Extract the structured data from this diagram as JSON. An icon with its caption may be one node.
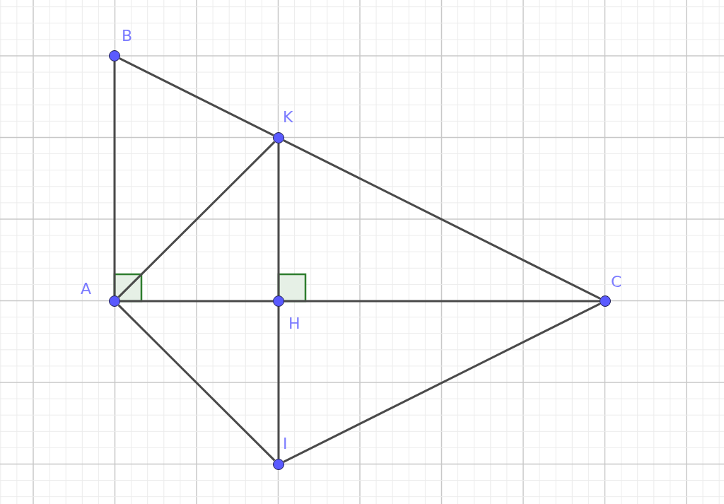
{
  "diagram": {
    "nodes": [
      {
        "text": [],
        "shape": "circle",
        "beside": [
          "B"
        ]
      },
      {
        "text": [],
        "shape": "circle",
        "beside": [
          "K"
        ]
      },
      {
        "text": [],
        "shape": "circle",
        "beside": [
          "A"
        ]
      },
      {
        "text": [],
        "shape": "circle",
        "beside": [
          "H"
        ]
      },
      {
        "text": [],
        "shape": "circle",
        "beside": [
          "C"
        ]
      },
      {
        "text": [],
        "shape": "circle",
        "beside": [
          "I"
        ]
      }
    ],
    "edges": [
      {
        "from": 2,
        "to": 0,
        "arrow": "none"
      },
      {
        "from": 0,
        "to": 1,
        "arrow": "none"
      },
      {
        "from": 1,
        "to": 4,
        "arrow": "none"
      },
      {
        "from": 2,
        "to": 1,
        "arrow": "none"
      },
      {
        "from": 1,
        "to": 3,
        "arrow": "none"
      },
      {
        "from": 2,
        "to": 3,
        "arrow": "none"
      },
      {
        "from": 3,
        "to": 4,
        "arrow": "none"
      },
      {
        "from": 3,
        "to": 5,
        "arrow": "none"
      },
      {
        "from": 2,
        "to": 5,
        "arrow": "none"
      },
      {
        "from": 5,
        "to": 4,
        "arrow": "none"
      }
    ]
  }
}
